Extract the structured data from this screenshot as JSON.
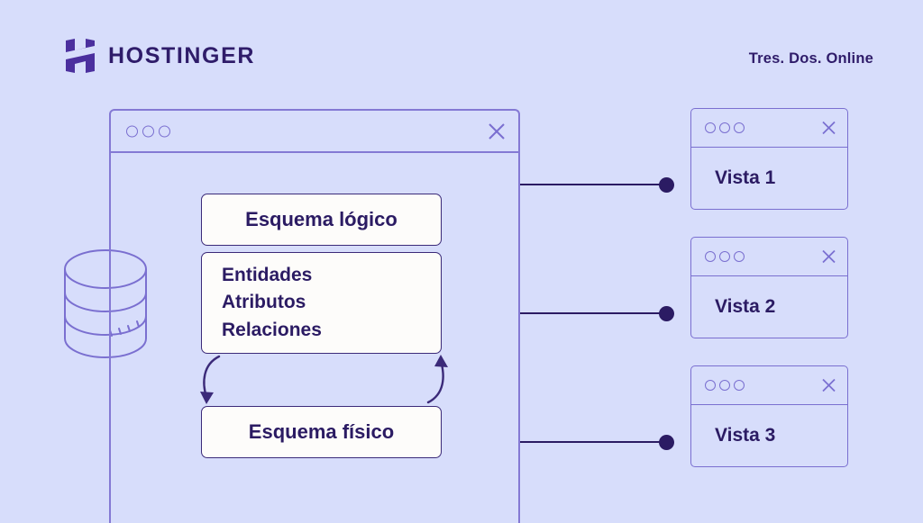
{
  "page": {
    "background_color": "#d7ddfb",
    "primary_color": "#2b1b63",
    "outline_color": "#7a6fd0",
    "card_background": "#fdfcfa"
  },
  "header": {
    "brand_name": "HOSTINGER",
    "brand_mark_icon": "hostinger-h-logo-icon",
    "site_name": "Tres. Dos. Online"
  },
  "main_window": {
    "window_controls_icon": "three-circles-icon",
    "close_icon": "close-x-icon",
    "cards": [
      {
        "id": "logical-schema",
        "label": "Esquema lógico"
      },
      {
        "id": "entities-attributes-relations",
        "lines": [
          "Entidades",
          "Atributos",
          "Relaciones"
        ]
      },
      {
        "id": "physical-schema",
        "label": "Esquema físico"
      }
    ],
    "cycle_arrows": {
      "left_arrow_icon": "curved-arrow-down-icon",
      "right_arrow_icon": "curved-arrow-up-icon"
    }
  },
  "database": {
    "icon": "database-cylinder-icon",
    "label": ""
  },
  "views": [
    {
      "id": "vista-1",
      "label": "Vista 1",
      "window_controls_icon": "three-circles-icon",
      "close_icon": "close-x-icon"
    },
    {
      "id": "vista-2",
      "label": "Vista 2",
      "window_controls_icon": "three-circles-icon",
      "close_icon": "close-x-icon"
    },
    {
      "id": "vista-3",
      "label": "Vista 3",
      "window_controls_icon": "three-circles-icon",
      "close_icon": "close-x-icon"
    }
  ]
}
